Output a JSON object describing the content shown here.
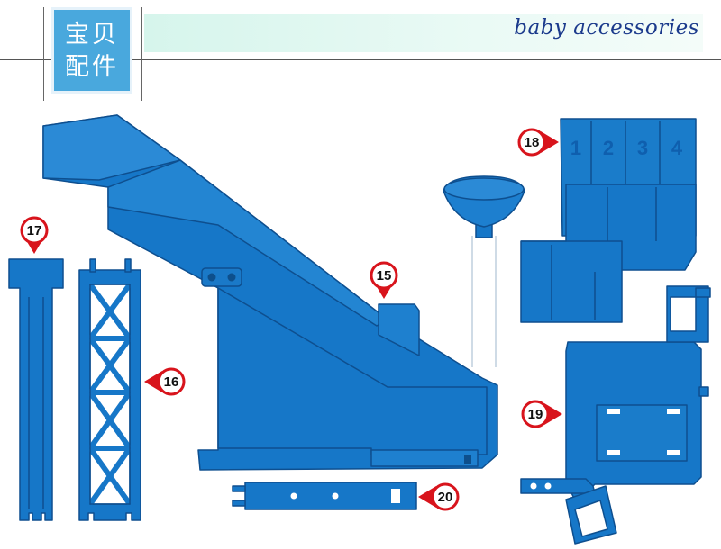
{
  "header": {
    "title": "baby accessories",
    "badge_line1": "宝贝",
    "badge_line2": "配件"
  },
  "colors": {
    "part_fill": "#1677c8",
    "part_stroke": "#0e4f8f",
    "marker_red": "#d8141c",
    "header_band": "#dff7f0",
    "badge": "#49a8dd"
  },
  "markers": [
    {
      "label": "15"
    },
    {
      "label": "16"
    },
    {
      "label": "17"
    },
    {
      "label": "18"
    },
    {
      "label": "19"
    },
    {
      "label": "20"
    }
  ],
  "panel_numbers": [
    "1",
    "2",
    "3",
    "4"
  ]
}
